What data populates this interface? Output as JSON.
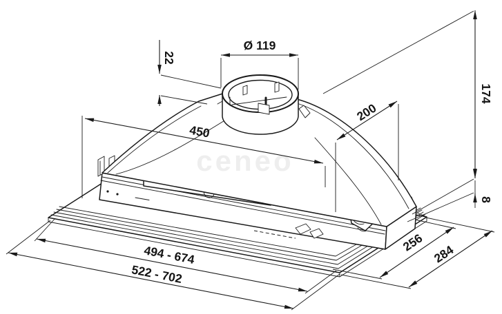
{
  "drawing": {
    "labels": {
      "duct_diameter": "Ø 119",
      "collar_height": "22",
      "total_height": "174",
      "top_width": "450",
      "top_depth": "200",
      "flange_thickness": "8",
      "cutout_width_range": "494 - 674",
      "overall_width_range": "522 - 702",
      "cutout_depth": "256",
      "overall_depth": "284"
    },
    "watermark": "ceneo",
    "colors": {
      "line": "#1a1a1a",
      "background": "#ffffff"
    }
  }
}
